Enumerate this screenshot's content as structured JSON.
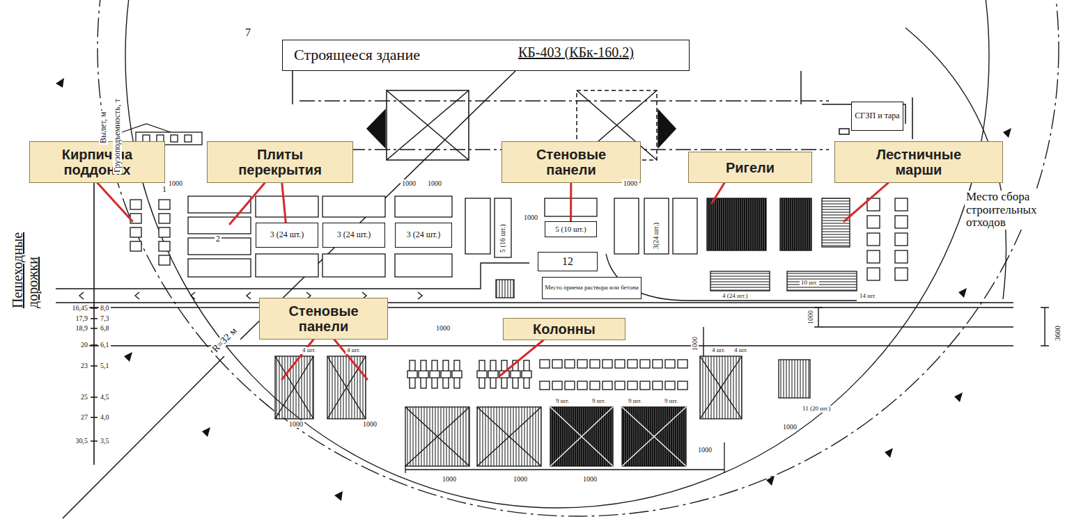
{
  "diagram": {
    "nodes": [
      {
        "text": [
          "Строящееся здание"
        ]
      },
      {
        "text": [
          "СГЗП и тара"
        ]
      },
      {
        "text": [
          "Кирпич на поддонах"
        ]
      },
      {
        "text": [
          "Плиты перекрытия"
        ]
      },
      {
        "text": [
          "Стеновые панели"
        ]
      },
      {
        "text": [
          "Ригели"
        ]
      },
      {
        "text": [
          "Лестничные марши"
        ]
      },
      {
        "text": [
          "3 (24 шт.)"
        ]
      },
      {
        "text": [
          "3 (24 шт.)"
        ]
      },
      {
        "text": [
          "3 (24 шт.)"
        ]
      },
      {
        "text": [
          "5 (10 шт.)"
        ]
      },
      {
        "text": [
          "12"
        ]
      },
      {
        "text": [
          "Место приема раствора или бетона"
        ]
      },
      {
        "text": [
          "Стеновые панели"
        ]
      },
      {
        "text": [
          "Колонны"
        ]
      }
    ],
    "edges": [
      {
        "from": 3,
        "to": 7,
        "arrow": "none"
      },
      {
        "from": 4,
        "to": 10,
        "arrow": "none"
      }
    ],
    "labels": [
      "КБ-403 (КБк-160.2)",
      "Место сбора строительных отходов",
      "Пешеходные дорожки",
      "R=32 м",
      "7",
      "1000",
      "1000",
      "1000",
      "1000",
      "1000",
      "1000",
      "1000",
      "1000",
      "1000",
      "1000",
      "1000",
      "1000",
      "1000",
      "1000",
      "1000",
      "5 (16 шт.)",
      "3(24 шт.)",
      "10 шт.",
      "4 (24 шт.)",
      "14 шт.",
      "3600",
      "4 шт.",
      "4 шт.",
      "4 шт.",
      "4 шт.",
      "9 шт.",
      "9 шт.",
      "9 шт.",
      "9 шт.",
      "11 (20 шт.)",
      "1",
      "2",
      "Вылет, м",
      "Грузоподъемность, т",
      "16,45",
      "8,0",
      "17,9",
      "7,3",
      "18,9",
      "6,8",
      "20",
      "6,1",
      "23",
      "5,1",
      "25",
      "4,5",
      "27",
      "4,0",
      "30,5",
      "3,5"
    ]
  }
}
